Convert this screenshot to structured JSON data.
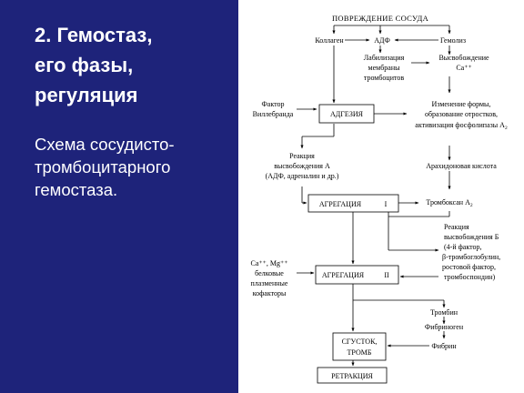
{
  "slide": {
    "title": "2. Гемостаз,\nего фазы,\nрегуляция",
    "subtitle": "Схема сосудисто-\nтромбоцитарного\nгемостаза."
  },
  "diagram": {
    "damage": "ПОВРЕЖДЕНИЕ СОСУДА",
    "collagen": "Коллаген",
    "adp": "АДФ",
    "hemolysis": "Гемолиз",
    "labil_1": "Лабилизация",
    "labil_2": "мембраны",
    "labil_3": "тромбоцитов",
    "ca_rel_1": "Высвобождение",
    "ca_rel_2": "Ca⁺⁺",
    "vwf_1": "Фактор",
    "vwf_2": "Виллебранда",
    "adhesion": "АДГЕЗИЯ",
    "shape_1": "Изменение формы,",
    "shape_2": "образование отростков,",
    "shape_3": "активизация фосфолипазы А",
    "shape_3_sub": "2",
    "react_a_1": "Реакция",
    "react_a_2": "высвобождения А",
    "react_a_3": "(АДФ, адреналин и др.)",
    "arachidonic": "Арахидоновая кислота",
    "aggregation_1": "АГРЕГАЦИЯ",
    "aggregation_1_num": "I",
    "thromboxane": "Тромбоксан А",
    "thromboxane_sub": "2",
    "react_b_1": "Реакция",
    "react_b_2": "высвобождения Б",
    "react_b_3": "(4-й фактор,",
    "react_b_4": "β-тромбоглобулин,",
    "react_b_5": "ростовой фактор,",
    "react_b_6": "тромбоспондин)",
    "cofactors_1": "Ca⁺⁺, Mg⁺⁺",
    "cofactors_2": "белковые",
    "cofactors_3": "плазменные",
    "cofactors_4": "кофакторы",
    "aggregation_2": "АГРЕГАЦИЯ",
    "aggregation_2_num": "II",
    "thrombin": "Тромбин",
    "fibrinogen": "Фибриноген",
    "fibrin": "Фибрин",
    "clot_1": "СГУСТОК,",
    "clot_2": "ТРОМБ",
    "retraction": "РЕТРАКЦИЯ"
  }
}
